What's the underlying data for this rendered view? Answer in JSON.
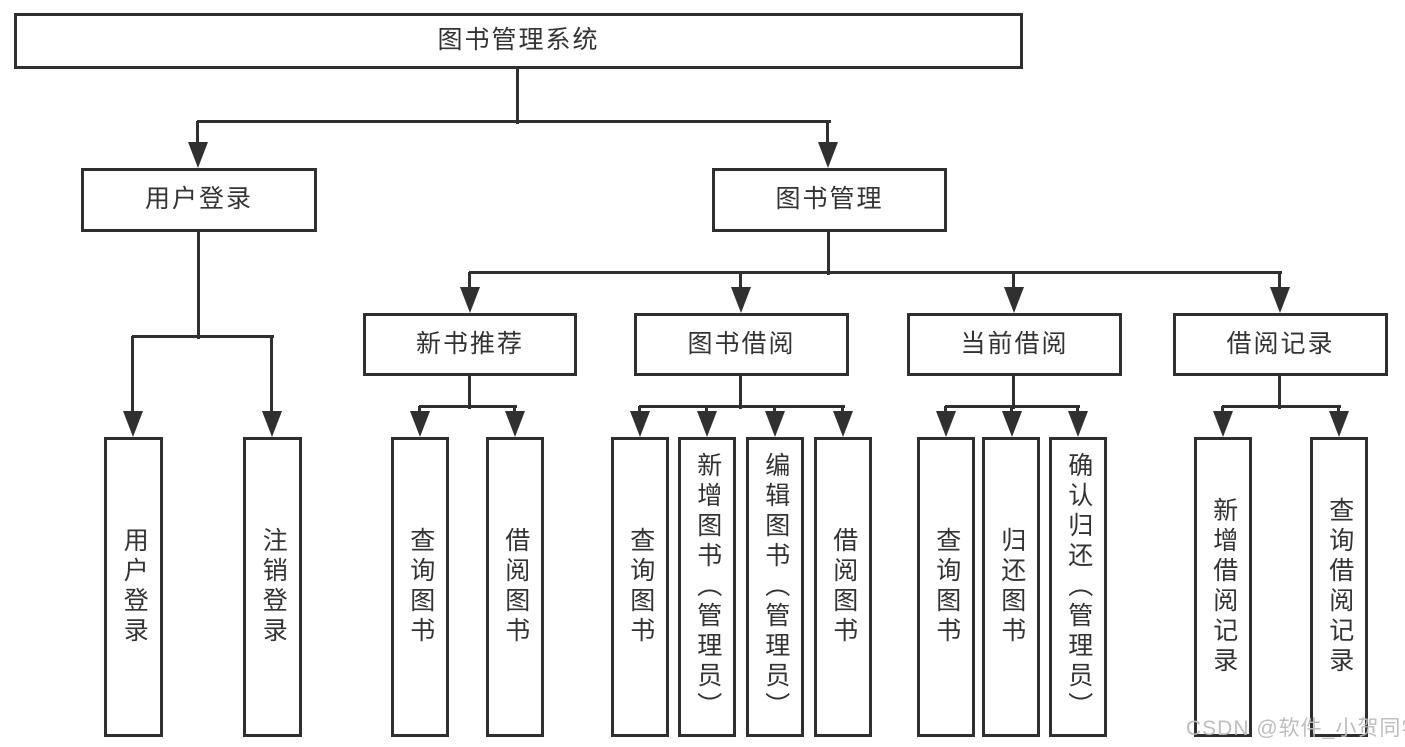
{
  "diagram_title": "图书管理系统",
  "nodes": {
    "root": "图书管理系统",
    "user_login": "用户登录",
    "book_mgmt": "图书管理",
    "login_user": "用户登录",
    "login_logout": "注销登录",
    "new_books": "新书推荐",
    "book_borrow": "图书借阅",
    "current_borrow": "当前借阅",
    "borrow_records": "借阅记录",
    "nb_query": "查询图书",
    "nb_borrow": "借阅图书",
    "bb_query": "查询图书",
    "bb_add": "新增图书（管理员）",
    "bb_edit": "编辑图书（管理员）",
    "bb_borrow": "借阅图书",
    "cb_query": "查询图书",
    "cb_return": "归还图书",
    "cb_confirm": "确认归还（管理员）",
    "br_add": "新增借阅记录",
    "br_query": "查询借阅记录"
  },
  "hierarchy": {
    "图书管理系统": {
      "用户登录": [
        "用户登录",
        "注销登录"
      ],
      "图书管理": {
        "新书推荐": [
          "查询图书",
          "借阅图书"
        ],
        "图书借阅": [
          "查询图书",
          "新增图书（管理员）",
          "编辑图书（管理员）",
          "借阅图书"
        ],
        "当前借阅": [
          "查询图书",
          "归还图书",
          "确认归还（管理员）"
        ],
        "借阅记录": [
          "新增借阅记录",
          "查询借阅记录"
        ]
      }
    }
  },
  "watermark": {
    "text": "CSDN @软件_小贺同学"
  },
  "colors": {
    "background": "#ffffff",
    "line": "#303030",
    "box_border": "#2f2f2f",
    "text": "#333333",
    "watermark": "#bababa"
  }
}
